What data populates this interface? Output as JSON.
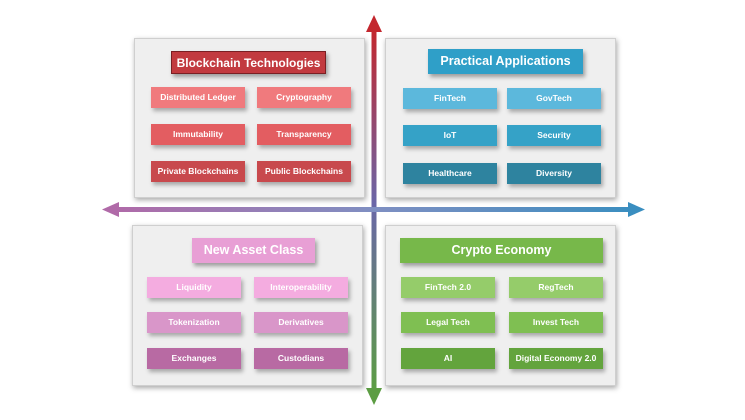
{
  "quadrants": {
    "blockchain": {
      "title": "Blockchain Technologies",
      "title_color": "#c23a3f",
      "chip_colors": [
        "#f07a7d",
        "#e35d61",
        "#c8494d"
      ],
      "items": [
        "Distributed Ledger",
        "Cryptography",
        "Immutability",
        "Transparency",
        "Private Blockchains",
        "Public Blockchains"
      ]
    },
    "applications": {
      "title": "Practical Applications",
      "title_color": "#2f9fc8",
      "chip_colors": [
        "#5cb8dc",
        "#35a2c7",
        "#2e839f"
      ],
      "items": [
        "FinTech",
        "GovTech",
        "IoT",
        "Security",
        "Healthcare",
        "Diversity"
      ]
    },
    "asset_class": {
      "title": "New Asset Class",
      "title_color": "#e89fd5",
      "chip_colors": [
        "#f4ace0",
        "#d996c9",
        "#b86aa3"
      ],
      "items": [
        "Liquidity",
        "Interoperability",
        "Tokenization",
        "Derivatives",
        "Exchanges",
        "Custodians"
      ]
    },
    "crypto": {
      "title": "Crypto Economy",
      "title_color": "#77b84a",
      "chip_colors": [
        "#95cc6a",
        "#7fbf52",
        "#63a43d"
      ],
      "items": [
        "FinTech 2.0",
        "RegTech",
        "Legal Tech",
        "Invest Tech",
        "AI",
        "Digital Economy 2.0"
      ]
    }
  },
  "axis_colors": {
    "up": "#c3272e",
    "down": "#5c9d43",
    "left": "#b06aa8",
    "right": "#3a8ec0"
  }
}
